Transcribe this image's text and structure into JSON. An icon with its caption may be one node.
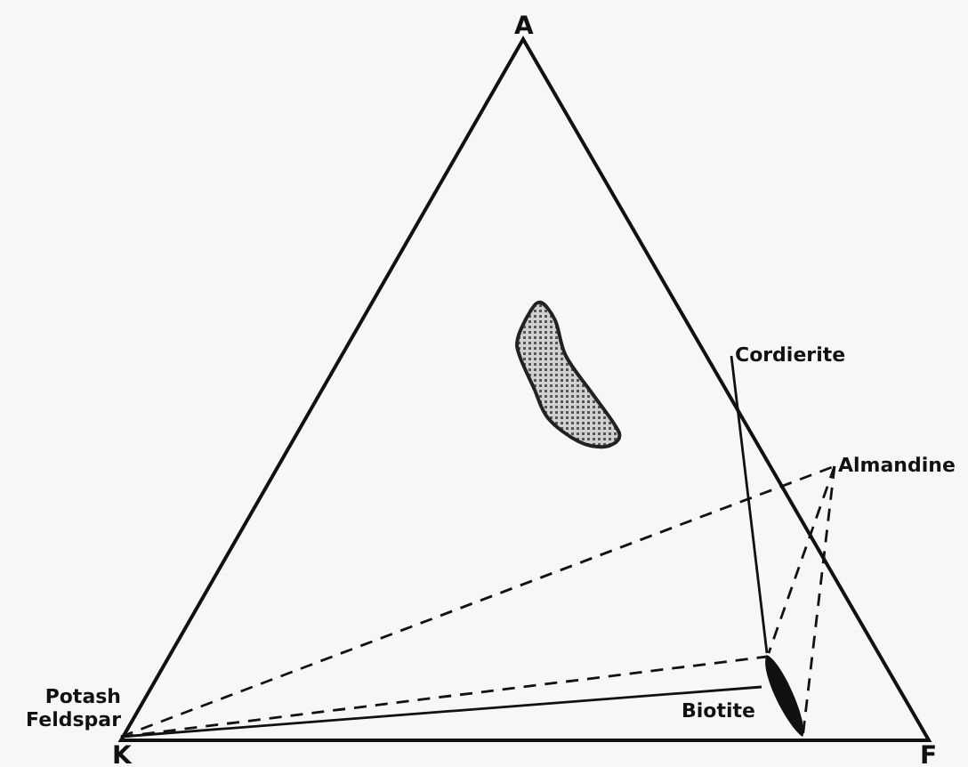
{
  "diagram": {
    "nodes": [
      {
        "text": [
          "Cordierite"
        ]
      },
      {
        "text": [
          "Almandine"
        ]
      },
      {
        "text": [
          "Potash Feldspar"
        ]
      },
      {
        "text": [],
        "shape": "lens",
        "beside": [
          "Biotite"
        ]
      }
    ],
    "edges": [
      {
        "from": 2,
        "to": 1,
        "arrow": "none",
        "style": "dashed"
      },
      {
        "from": 2,
        "to": 3,
        "arrow": "none",
        "style": "dashed"
      },
      {
        "from": 2,
        "to": 3,
        "arrow": "none"
      },
      {
        "from": 0,
        "to": 3,
        "arrow": "none"
      },
      {
        "from": 1,
        "to": 3,
        "arrow": "none",
        "style": "dashed"
      },
      {
        "from": 1,
        "to": 3,
        "arrow": "none",
        "style": "dashed"
      }
    ],
    "labels": [
      "A",
      "K",
      "F"
    ]
  }
}
